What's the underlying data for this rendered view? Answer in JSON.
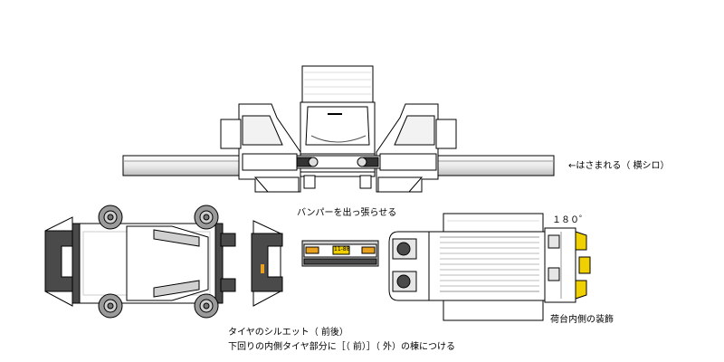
{
  "annotations": {
    "tuck_in": "←はさまれる（ 横シロ）",
    "bumper": "バンパーを出っ張らせる",
    "rotate": "１８０゜",
    "cargo_decor": "荷台内側の装飾",
    "tire_line1": "タイヤのシルエット（ 前後）",
    "tire_line2": "下回りの内側タイヤ部分に［（ 前）］（ 外）の棟につける"
  },
  "plate_text": "11-88",
  "colors": {
    "outline": "#000000",
    "panel": "#ffffff",
    "shade_light": "#e6e6e6",
    "shade_mid": "#cfcfcf",
    "shade_dark": "#4a4a4a",
    "amber": "#e8a020",
    "plate_yellow": "#f0d000",
    "tire_gray": "#9a9a9a"
  }
}
